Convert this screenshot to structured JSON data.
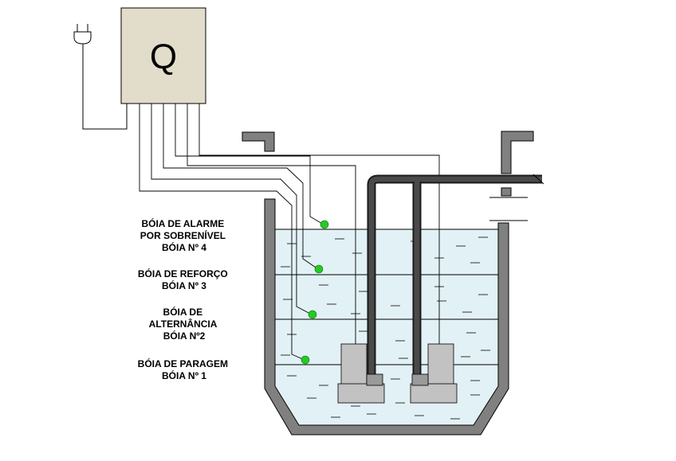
{
  "panel": {
    "label": "Q"
  },
  "floats": [
    {
      "id": "4",
      "label_lines": [
        "BÓIA DE ALARME",
        "POR SOBRENÍVEL",
        "BÓIA Nº 4"
      ]
    },
    {
      "id": "3",
      "label_lines": [
        "BÓIA DE REFORÇO",
        "BÓIA Nº 3"
      ]
    },
    {
      "id": "2",
      "label_lines": [
        "BÓIA DE",
        "ALTERNÂNCIA",
        "BÓIA Nº2"
      ]
    },
    {
      "id": "1",
      "label_lines": [
        "BÓIA DE PARAGEM",
        "BÓIA Nº 1"
      ]
    }
  ],
  "colors": {
    "panel_fill": "#e2dccb",
    "tank_wall": "#808080",
    "water": "#e2f1f5",
    "pipe": "#3d3d3d",
    "pump": "#bdbdbd",
    "float": "#22cc22"
  }
}
